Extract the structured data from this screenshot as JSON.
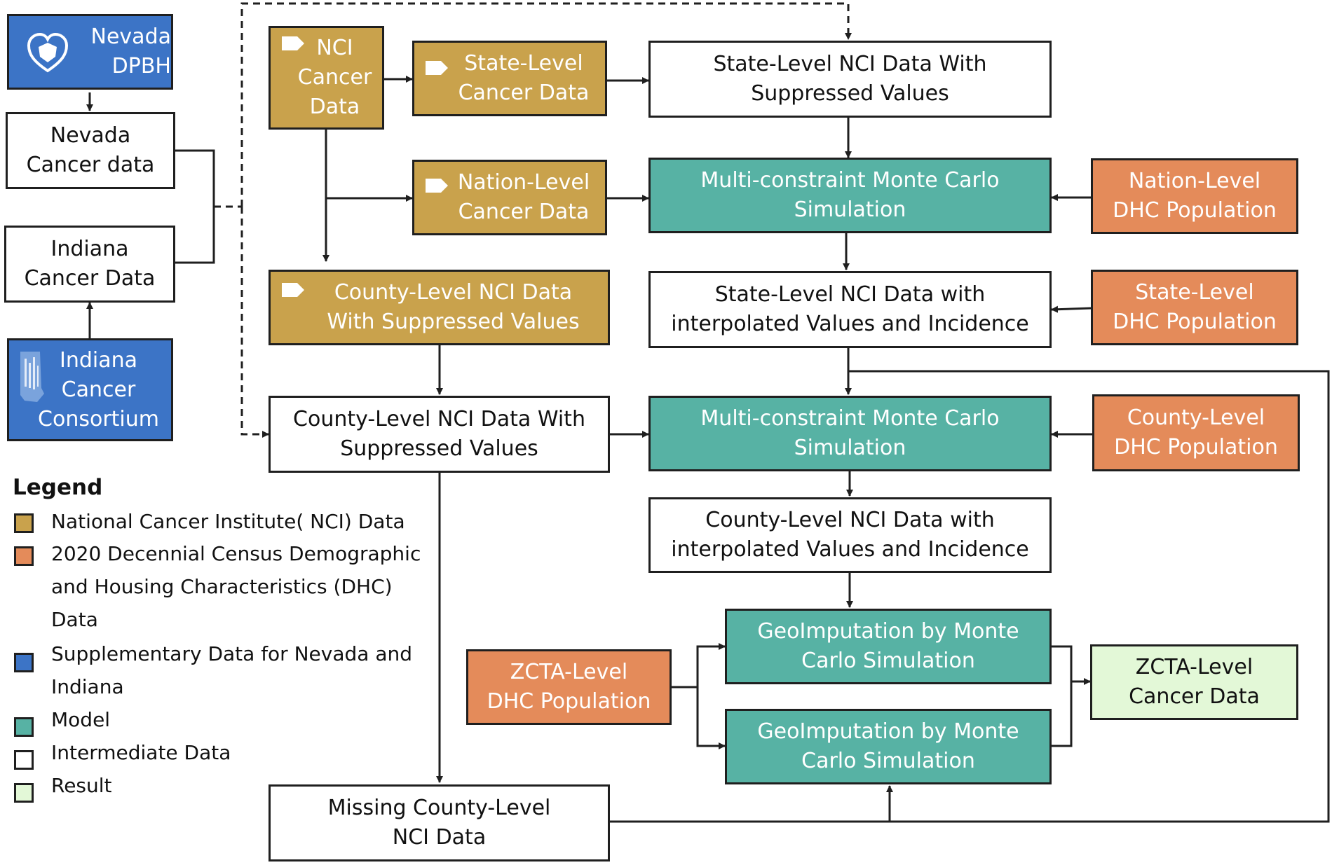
{
  "colors": {
    "nci": "#c9a24c",
    "dhc": "#e48b5a",
    "supplementary": "#3c74c6",
    "model": "#57b2a4",
    "intermediate": "#ffffff",
    "result": "#e3f8d7",
    "line": "#1f1f1f"
  },
  "icons": {
    "nci_tag": "tag-icon",
    "nevada": "heart-shield-icon",
    "indiana": "indiana-map-icon"
  },
  "nodes": {
    "nevada_dpbh": "Nevada\nDPBH",
    "nevada_cancer": "Nevada\nCancer  data",
    "indiana_cancer": "Indiana\nCancer Data",
    "indiana_consortium": "Indiana\nCancer\nConsortium",
    "nci_cancer": "NCI\nCancer\nData",
    "state_level_cancer": "State-Level\nCancer Data",
    "nation_level_cancer": "Nation-Level\nCancer Data",
    "county_level_nci_suppressed_source": "County-Level NCI Data\nWith Suppressed Values",
    "state_nci_suppressed": "State-Level NCI Data With\nSuppressed Values",
    "mc_simulation_1": "Multi-constraint Monte Carlo\nSimulation",
    "nation_dhc": "Nation-Level\nDHC Population",
    "state_nci_interpolated": "State-Level NCI Data with\ninterpolated Values and Incidence",
    "state_dhc": "State-Level\nDHC Population",
    "county_nci_suppressed": "County-Level NCI Data With\nSuppressed Values",
    "mc_simulation_2": "Multi-constraint Monte Carlo\nSimulation",
    "county_dhc": "County-Level\nDHC Population",
    "county_nci_interpolated": "County-Level NCI Data with\ninterpolated Values and Incidence",
    "geoimputation_1": "GeoImputation by Monte\nCarlo Simulation",
    "geoimputation_2": "GeoImputation by Monte\nCarlo Simulation",
    "zcta_dhc": "ZCTA-Level\nDHC Population",
    "zcta_result": "ZCTA-Level\nCancer Data",
    "missing_county": "Missing County-Level\nNCI Data"
  },
  "legend": {
    "title": "Legend",
    "items": [
      {
        "label": "National Cancer Institute( NCI) Data",
        "color": "#c9a24c"
      },
      {
        "label": "2020 Decennial Census Demographic and Housing Characteristics (DHC) Data",
        "color": "#e48b5a"
      },
      {
        "label": "Supplementary Data for Nevada and Indiana",
        "color": "#3c74c6"
      },
      {
        "label": "Model",
        "color": "#57b2a4"
      },
      {
        "label": "Intermediate Data",
        "color": "#ffffff"
      },
      {
        "label": "Result",
        "color": "#e3f8d7"
      }
    ]
  }
}
